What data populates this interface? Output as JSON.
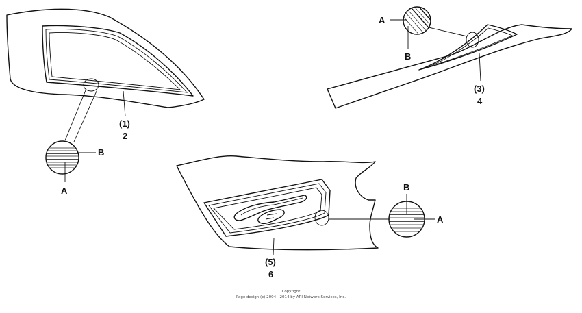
{
  "parts": [
    {
      "id": "p1",
      "ref": "(1)",
      "num": "2",
      "detail": {
        "a": "A",
        "b": "B"
      }
    },
    {
      "id": "p2",
      "ref": "(3)",
      "num": "4",
      "detail": {
        "a": "A",
        "b": "B"
      }
    },
    {
      "id": "p3",
      "ref": "(5)",
      "num": "6",
      "detail": {
        "a": "A",
        "b": "B"
      }
    }
  ],
  "copyright": {
    "line1": "Copyright",
    "line2": "Page design (c) 2004 - 2014 by ARI Network Services, Inc."
  }
}
